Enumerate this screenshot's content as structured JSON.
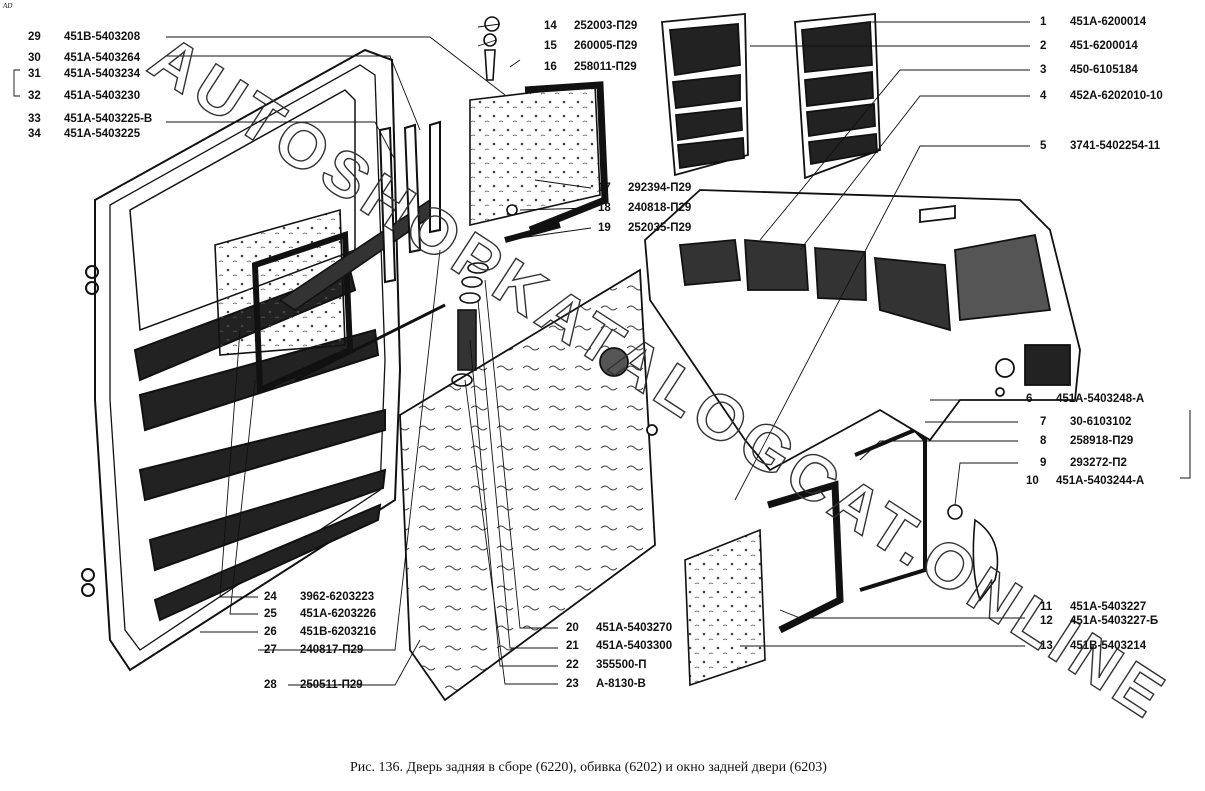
{
  "corner_mark": "AD",
  "caption": "Рис. 136. Дверь задняя в сборе (6220), обивка (6202) и окно задней двери (6203)",
  "watermark": "AUTOSHOPKATALOGCAT.ONLINE",
  "parts": [
    {
      "num": "1",
      "code": "451А-6200014"
    },
    {
      "num": "2",
      "code": "451-6200014"
    },
    {
      "num": "3",
      "code": "450-6105184"
    },
    {
      "num": "4",
      "code": "452А-6202010-10"
    },
    {
      "num": "5",
      "code": "3741-5402254-11"
    },
    {
      "num": "6",
      "code": "451А-5403248-А"
    },
    {
      "num": "7",
      "code": "30-6103102"
    },
    {
      "num": "8",
      "code": "258918-П29"
    },
    {
      "num": "9",
      "code": "293272-П2"
    },
    {
      "num": "10",
      "code": "451А-5403244-А"
    },
    {
      "num": "11",
      "code": "451А-5403227"
    },
    {
      "num": "12",
      "code": "451А-5403227-Б"
    },
    {
      "num": "13",
      "code": "451В-5403214"
    },
    {
      "num": "14",
      "code": "252003-П29"
    },
    {
      "num": "15",
      "code": "260005-П29"
    },
    {
      "num": "16",
      "code": "258011-П29"
    },
    {
      "num": "17",
      "code": "292394-П29"
    },
    {
      "num": "18",
      "code": "240818-П29"
    },
    {
      "num": "19",
      "code": "252035-П29"
    },
    {
      "num": "20",
      "code": "451А-5403270"
    },
    {
      "num": "21",
      "code": "451А-5403300"
    },
    {
      "num": "22",
      "code": "355500-П"
    },
    {
      "num": "23",
      "code": "А-8130-В"
    },
    {
      "num": "24",
      "code": "3962-6203223"
    },
    {
      "num": "25",
      "code": "451А-6203226"
    },
    {
      "num": "26",
      "code": "451В-6203216"
    },
    {
      "num": "27",
      "code": "240817-П29"
    },
    {
      "num": "28",
      "code": "250511-П29"
    },
    {
      "num": "29",
      "code": "451В-5403208"
    },
    {
      "num": "30",
      "code": "451А-5403264"
    },
    {
      "num": "31",
      "code": "451А-5403234"
    },
    {
      "num": "32",
      "code": "451А-5403230"
    },
    {
      "num": "33",
      "code": "451А-5403225-В"
    },
    {
      "num": "34",
      "code": "451А-5403225"
    }
  ]
}
